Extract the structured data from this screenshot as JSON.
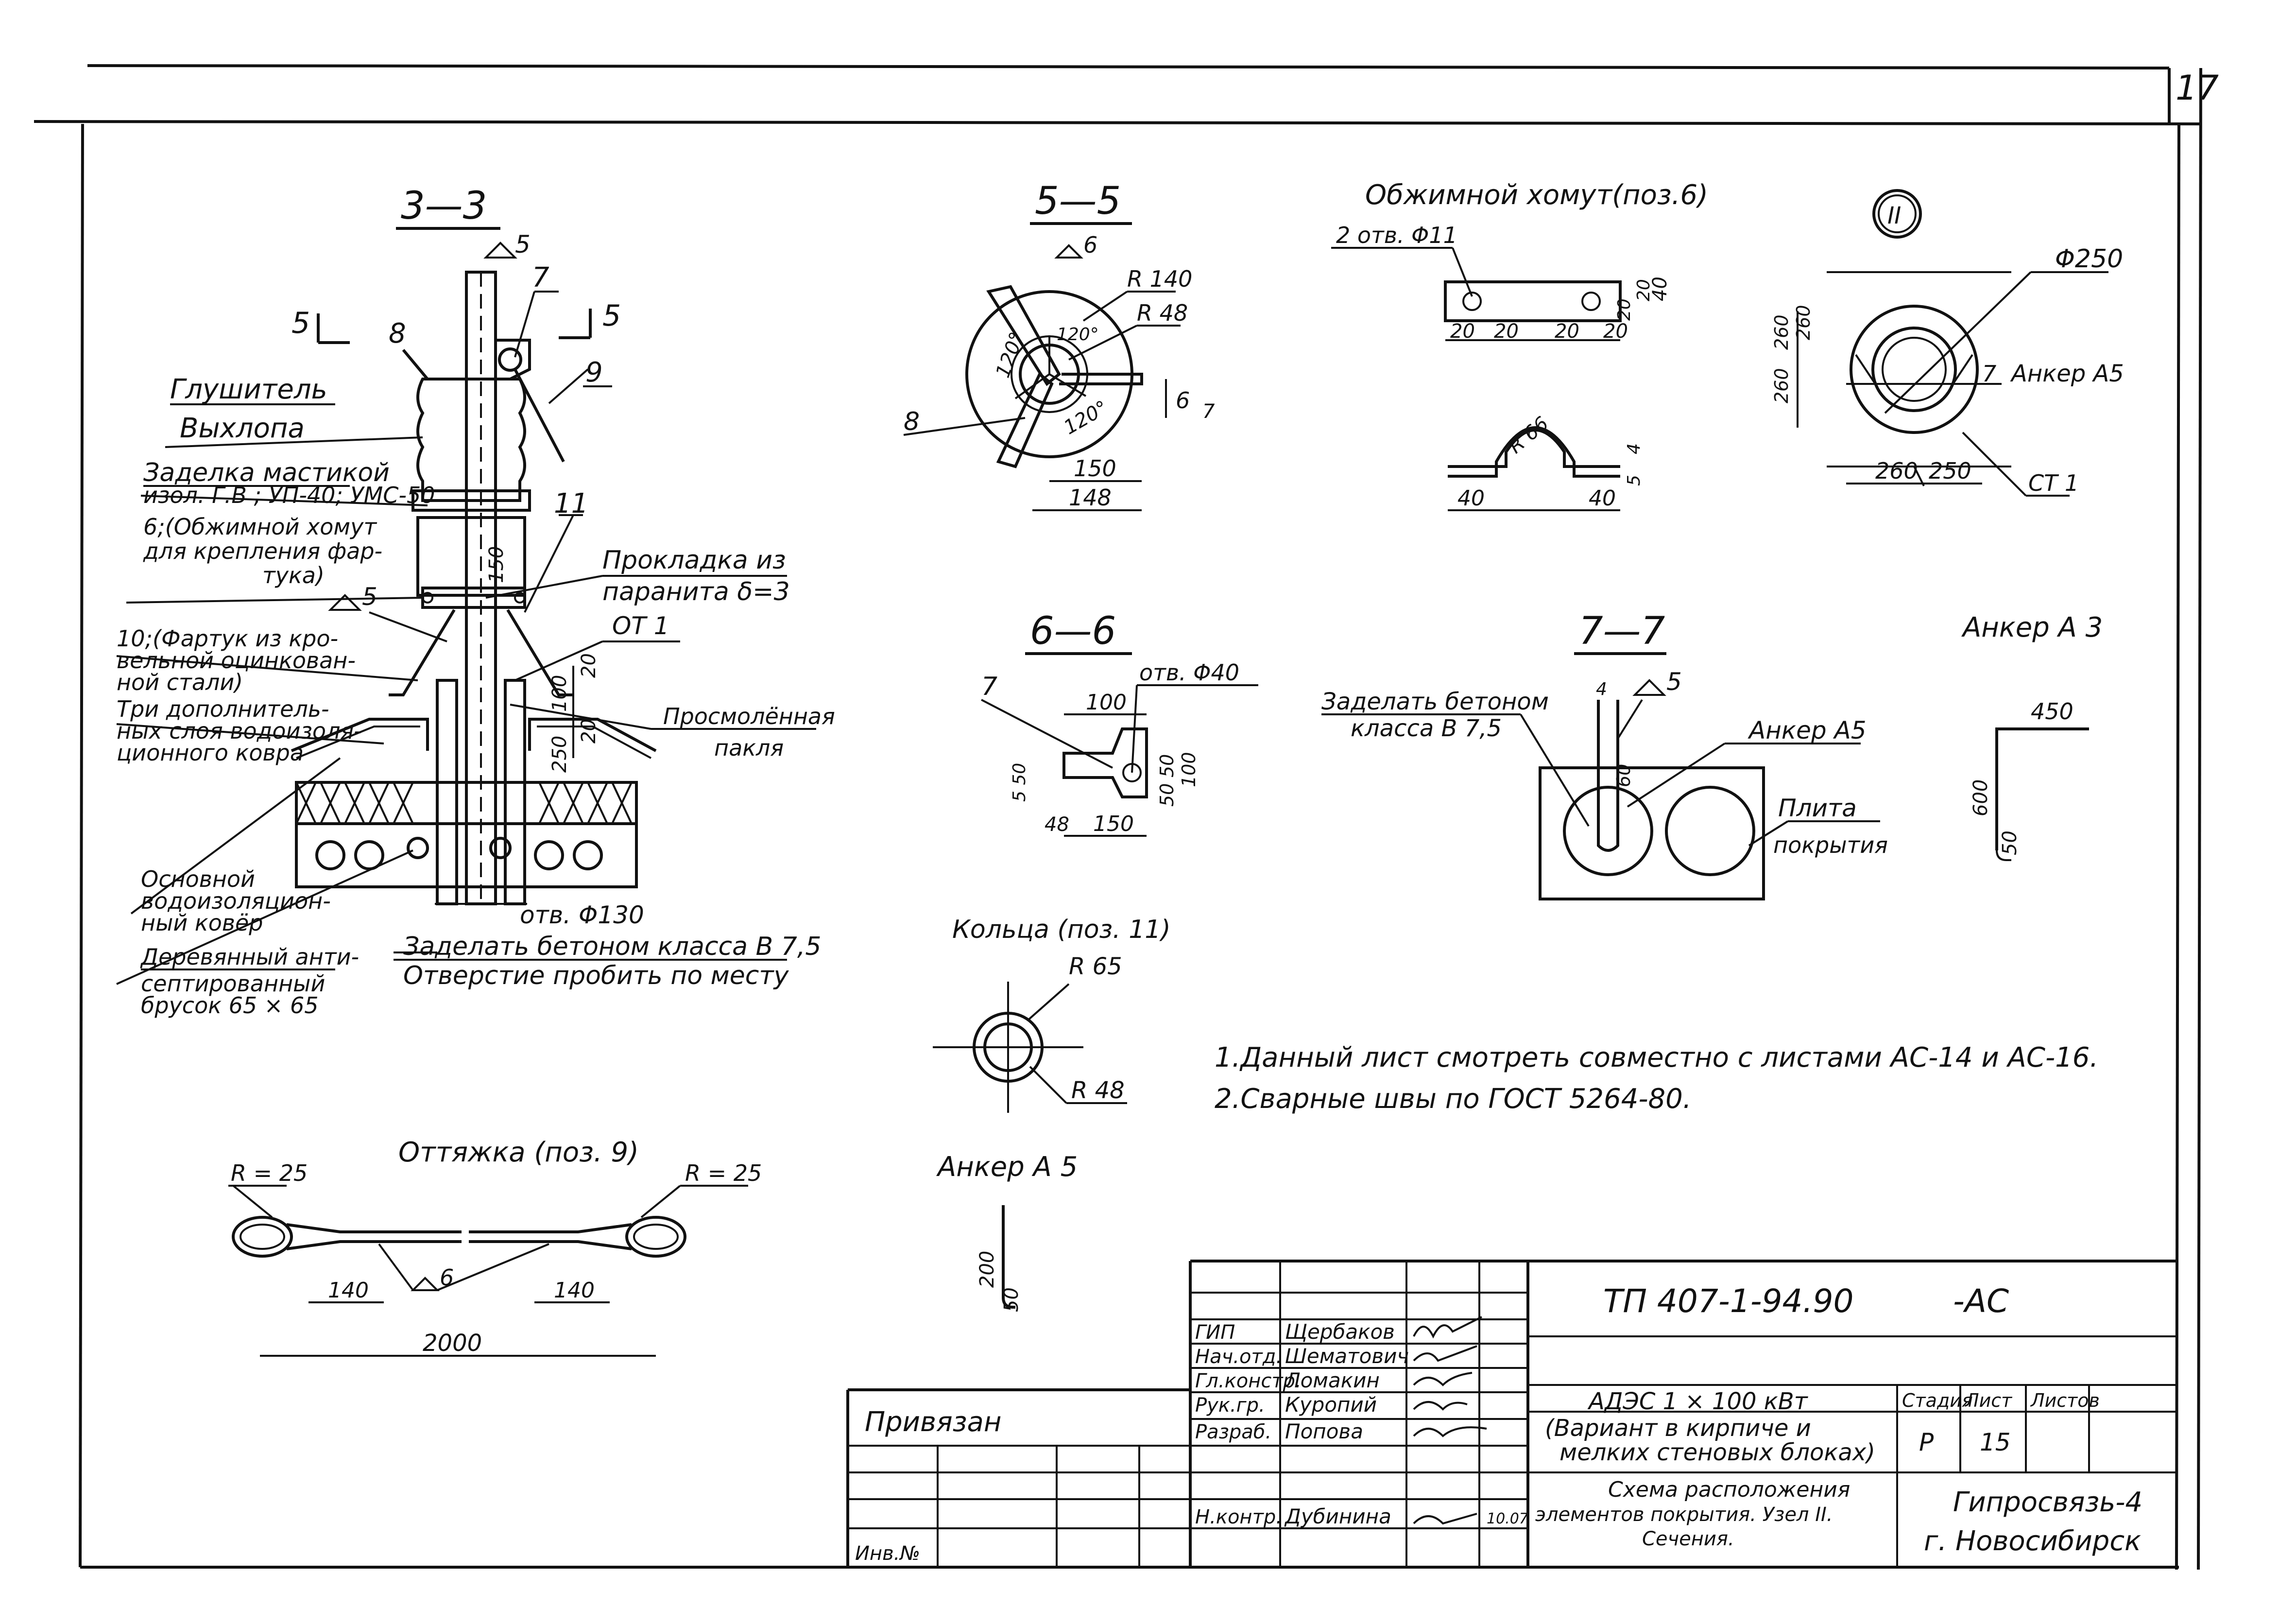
{
  "sheet": {
    "page_number": "17"
  },
  "sections": {
    "s33": {
      "title": "3—3",
      "label_5": "5",
      "weld_5": "5",
      "pos_8": "8",
      "pos_7": "7",
      "pos_9": "9",
      "pos_11": "11",
      "l_muffler_1": "Глушитель",
      "l_muffler_2": "Выхлопа",
      "l_mastic_1": "Заделка мастикой",
      "l_mastic_2": "изол. Г.В ; УП-40; УМС-50",
      "l_clamp_1": "6;(Обжимной хомут",
      "l_clamp_2": "для крепления фар-",
      "l_clamp_3": "тука)",
      "l_apron_1": "10;(Фартук из кро-",
      "l_apron_2": "вельной оцинкован-",
      "l_apron_3": "ной стали)",
      "l_layers_1": "Три дополнитель-",
      "l_layers_2": "ных слоя водоизоля-",
      "l_layers_3": "ционного ковра",
      "l_base_1": "Основной",
      "l_base_2": "водоизоляцион-",
      "l_base_3": "ный ковёр",
      "l_bar_1": "Деревянный анти-",
      "l_bar_2": "септированный",
      "l_bar_3": "брусок 65 × 65",
      "l_gasket_1": "Прокладка из",
      "l_gasket_2": "паранита δ=3",
      "l_ot1": "ОТ 1",
      "l_tow_1": "Просмолённая",
      "l_tow_2": "пакля",
      "l_hole": "отв. Φ130",
      "l_concrete_1": "Заделать бетоном класса В 7,5",
      "l_concrete_2": "Отверстие пробить по месту",
      "dim_100": "100",
      "dim_20a": "20",
      "dim_250": "250",
      "dim_20b": "20",
      "dim_150": "150"
    },
    "s55": {
      "title": "5—5",
      "weld_6": "6",
      "r140": "R 140",
      "r48": "R 48",
      "a120a": "120°",
      "a120b": "120°",
      "a120c": "120°",
      "pos_8": "8",
      "d6_7": "6",
      "pos_7": "7",
      "dim_150": "150",
      "dim_148": "148"
    },
    "clamp": {
      "title": "Обжимной хомут(поз.6)",
      "holes": "2 отв. Φ11",
      "d20a": "20",
      "d20b": "20",
      "d20c": "20",
      "d20d": "20",
      "d20e": "20",
      "d20f": "20",
      "d40": "40",
      "r66": "R 66",
      "d40a": "40",
      "d40b": "40",
      "d4": "4",
      "d5": "5"
    },
    "node2": {
      "mark": "II",
      "phi250": "Φ250",
      "anchor": "Анкер А5",
      "d7": "7",
      "d260a": "260",
      "d260b": "260",
      "d260c": "260",
      "d250": "250",
      "ct1": "СТ 1"
    },
    "s66": {
      "title": "6—6",
      "pos_7": "7",
      "hole": "отв. Φ40",
      "d100a": "100",
      "d50a": "50",
      "d50b": "50",
      "d100b": "100",
      "d5_50": "5 50",
      "d48": "48",
      "d150": "150"
    },
    "s77": {
      "title": "7—7",
      "concrete_1": "Заделать бетоном",
      "concrete_2": "класса В 7,5",
      "weld_5": "5",
      "anchor": "Анкер А5",
      "d4": "4",
      "d60": "60",
      "slab_1": "Плита",
      "slab_2": "покрытия"
    },
    "a3": {
      "title": "Анкер А 3",
      "d450": "450",
      "d600": "600",
      "d50": "50"
    },
    "rings": {
      "title": "Кольца (поз. 11)",
      "r65": "R 65",
      "r48": "R 48"
    },
    "a5": {
      "title": "Анкер А 5",
      "d200": "200",
      "d50": "50"
    },
    "guy": {
      "title": "Оттяжка (поз. 9)",
      "r25a": "R = 25",
      "r25b": "R = 25",
      "d140a": "140",
      "d140b": "140",
      "weld_6": "6",
      "d2000": "2000"
    }
  },
  "notes": [
    "1.Данный лист смотреть совместно с листами АС-14 и АС-16.",
    "2.Сварные швы по ГОСТ 5264-80."
  ],
  "title_block": {
    "doc_code": "ТП 407-1-94.90",
    "doc_suffix": "-АС",
    "roles": [
      "ГИП",
      "Нач.отд.",
      "Гл.констр.",
      "Рук.гр.",
      "Разраб.",
      "",
      "Н.контр."
    ],
    "names": [
      "Щербаков",
      "Шематович",
      "Ломакин",
      "Куропий",
      "Попова",
      "",
      "Дубинина"
    ],
    "date": "10.07",
    "bound": "Привязан",
    "inv": "Инв.№",
    "project_1": "АДЭС  1 × 100 кВт",
    "project_2": "(Вариант в кирпиче и",
    "project_3": "мелких стеновых блоках)",
    "desc_1": "Схема расположения",
    "desc_2": "элементов покрытия. Узел II.",
    "desc_3": "Сечения.",
    "stage_h": "Стадия",
    "sheet_h": "Лист",
    "sheets_h": "Листов",
    "stage": "Р",
    "sheet": "15",
    "org_1": "Гипросвязь-4",
    "org_2": "г. Новосибирск"
  }
}
